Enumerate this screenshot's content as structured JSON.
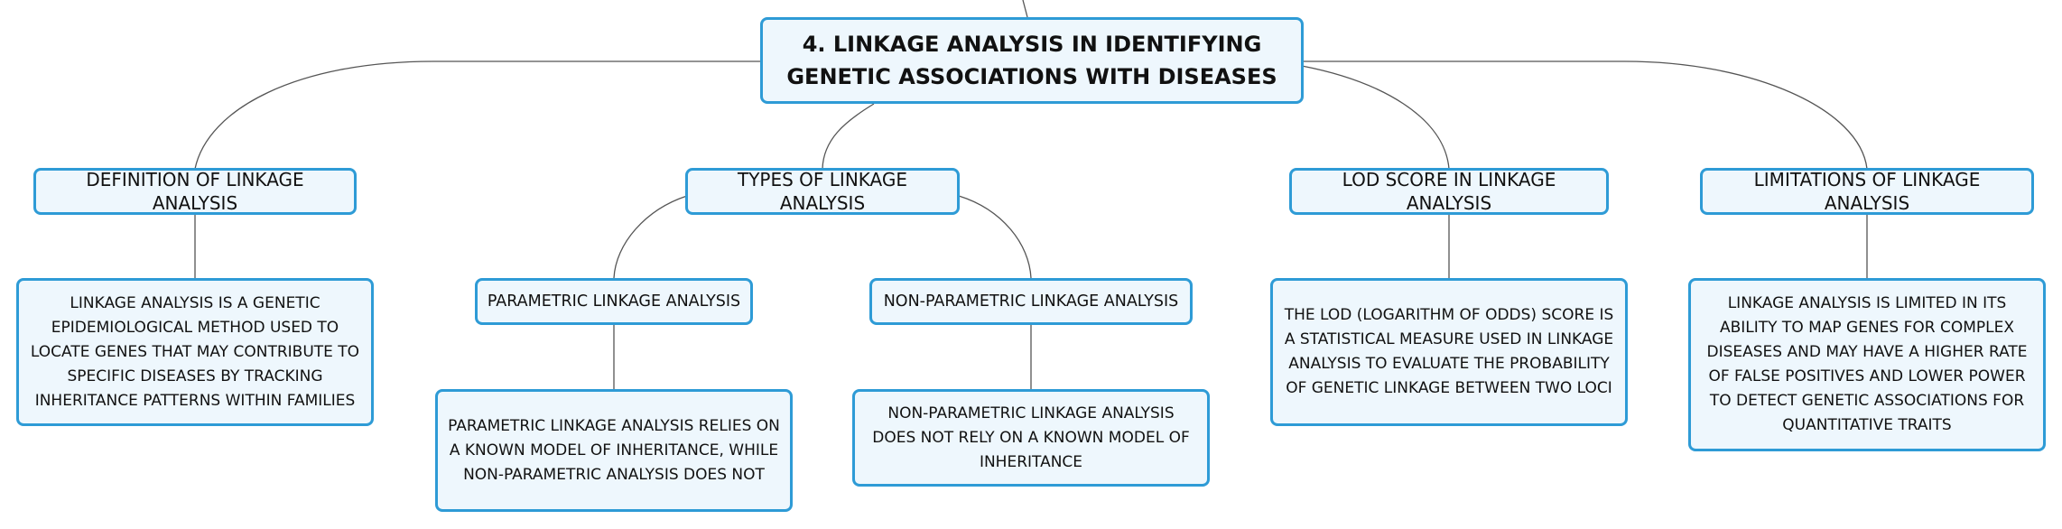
{
  "root": {
    "label": "4. LINKAGE ANALYSIS IN IDENTIFYING GENETIC ASSOCIATIONS WITH DISEASES"
  },
  "branches": {
    "definition": {
      "label": "DEFINITION OF LINKAGE ANALYSIS",
      "detail": "LINKAGE ANALYSIS IS A GENETIC EPIDEMIOLOGICAL METHOD USED TO LOCATE GENES THAT MAY CONTRIBUTE TO SPECIFIC DISEASES BY TRACKING INHERITANCE PATTERNS WITHIN FAMILIES"
    },
    "types": {
      "label": "TYPES OF LINKAGE ANALYSIS",
      "parametric": {
        "label": "PARAMETRIC LINKAGE ANALYSIS",
        "detail": "PARAMETRIC LINKAGE ANALYSIS RELIES ON A KNOWN MODEL OF INHERITANCE, WHILE NON-PARAMETRIC ANALYSIS DOES NOT"
      },
      "non_parametric": {
        "label": "NON-PARAMETRIC LINKAGE ANALYSIS",
        "detail": "NON-PARAMETRIC LINKAGE ANALYSIS DOES NOT RELY ON A KNOWN MODEL OF INHERITANCE"
      }
    },
    "lod": {
      "label": "LOD SCORE IN LINKAGE ANALYSIS",
      "detail": "THE LOD (LOGARITHM OF ODDS) SCORE IS A STATISTICAL MEASURE USED IN LINKAGE ANALYSIS TO EVALUATE THE PROBABILITY OF GENETIC LINKAGE BETWEEN TWO LOCI"
    },
    "limitations": {
      "label": "LIMITATIONS OF LINKAGE ANALYSIS",
      "detail": "LINKAGE ANALYSIS IS LIMITED IN ITS ABILITY TO MAP GENES FOR COMPLEX DISEASES AND MAY HAVE A HIGHER RATE OF FALSE POSITIVES AND LOWER POWER TO DETECT GENETIC ASSOCIATIONS FOR QUANTITATIVE TRAITS"
    }
  },
  "colors": {
    "border": "#2e9bd6",
    "fill": "#eef7fd",
    "connector": "#555555"
  }
}
